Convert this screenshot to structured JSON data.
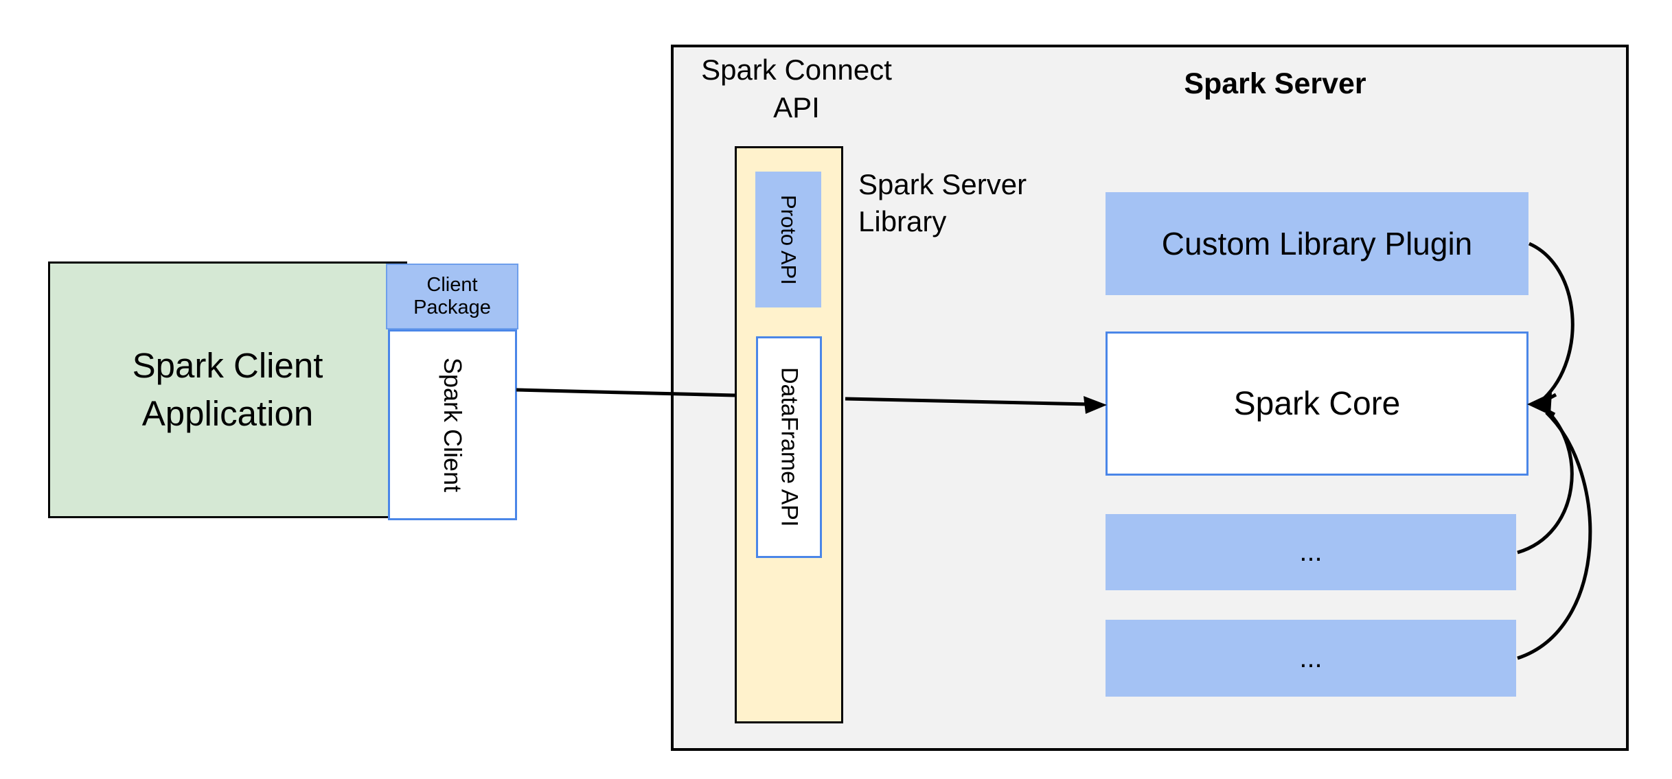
{
  "diagram": {
    "client_app": {
      "label": "Spark Client\nApplication"
    },
    "client_package": {
      "label": "Client\nPackage"
    },
    "spark_client": {
      "label": "Spark Client"
    },
    "connect_api": {
      "label": "Spark Connect\nAPI"
    },
    "server": {
      "title": "Spark Server"
    },
    "proto_api": {
      "label": "Proto API"
    },
    "dataframe_api": {
      "label": "DataFrame API"
    },
    "server_library": {
      "label": "Spark Server\nLibrary"
    },
    "plugin": {
      "label": "Custom Library Plugin"
    },
    "core": {
      "label": "Spark Core"
    },
    "extra_box_1": {
      "label": "..."
    },
    "extra_box_2": {
      "label": "..."
    }
  },
  "colors": {
    "green_fill": "#d5e8d4",
    "blue_fill": "#a4c2f4",
    "yellow_fill": "#fff2cc",
    "gray_fill": "#f2f2f2",
    "blue_border": "#4a86e8",
    "package_border": "#6d9eeb",
    "outline": "#000000"
  }
}
